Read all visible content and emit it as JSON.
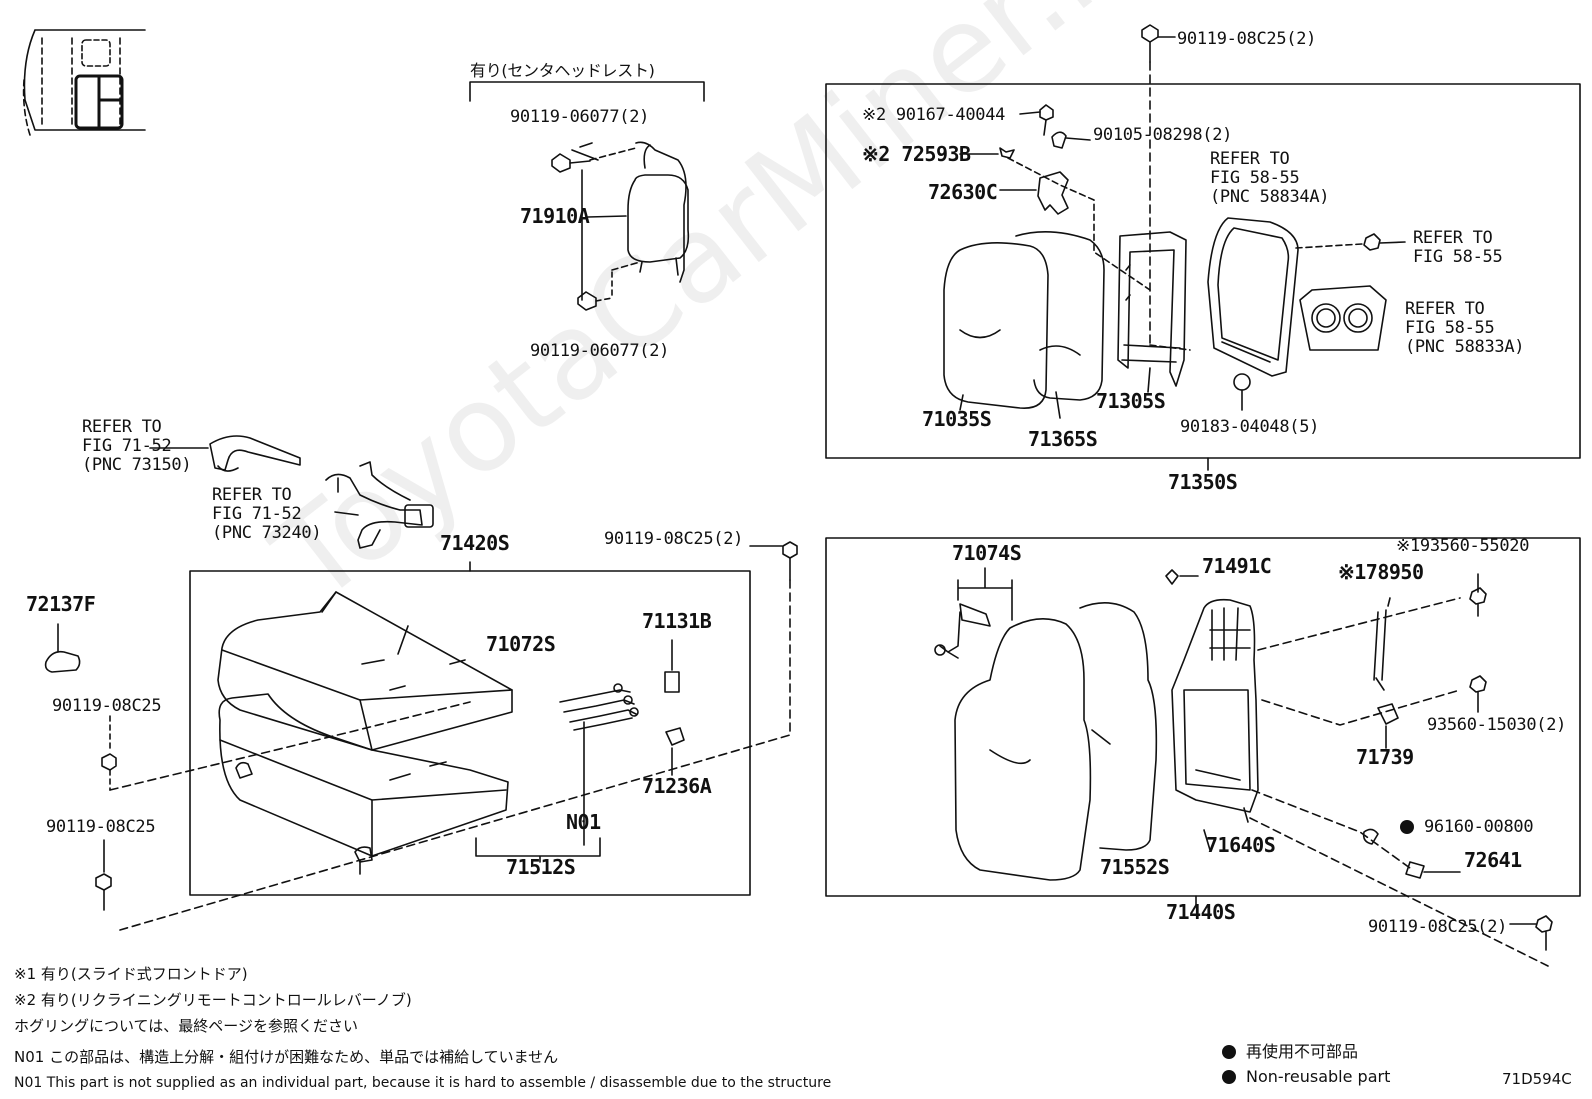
{
  "watermark": "ToyotaCarMiner.ru",
  "headrest_group": {
    "caption": "有り(センタヘッドレスト)",
    "bolt_top": "90119-06077(2)",
    "headrest": "71910A",
    "bolt_bottom": "90119-06077(2)"
  },
  "seatback_group": {
    "top_bolt": "90119-08C25(2)",
    "knob_screw": "※2 90167-40044",
    "bolt_2": "90105-08298(2)",
    "knob": "※2 72593B",
    "bracket": "72630C",
    "refer_upper": [
      "REFER TO",
      "FIG 58-55",
      "(PNC 58834A)"
    ],
    "refer_right": [
      "REFER TO",
      "FIG 58-55"
    ],
    "refer_cup": [
      "REFER TO",
      "FIG 58-55",
      "(PNC 58833A)"
    ],
    "pad": "71035S",
    "cover": "71365S",
    "frame": "71305S",
    "clip": "90183-04048(5)",
    "assembly": "71350S"
  },
  "belt_refs": {
    "belt_1": [
      "REFER TO",
      "FIG 71-52",
      "(PNC 73150)"
    ],
    "belt_2": [
      "REFER TO",
      "FIG 71-52",
      "(PNC 73240)"
    ]
  },
  "rear_cushion_group": {
    "assembly": "71420S",
    "top_bolt": "90119-08C25(2)",
    "cover_part": "72137F",
    "bolt_a": "90119-08C25",
    "bolt_b": "90119-08C25",
    "cushion_cover": "71072S",
    "clip_b": "71131B",
    "clip_a": "71236A",
    "n01": "N01",
    "pad": "71512S"
  },
  "front_back_group": {
    "bracket": "71074S",
    "clip": "71491C",
    "rod_part": "※193560-55020",
    "rod": "※178950",
    "bolt_right": "93560-15030(2)",
    "stopper": "71739",
    "washer": "96160-00800",
    "pin": "72641",
    "cover": "71552S",
    "frame": "71640S",
    "assembly": "71440S",
    "bottom_bolt": "90119-08C25(2)"
  },
  "notes": [
    "※1 有り(スライド式フロントドア)",
    "※2 有り(リクライニングリモートコントロールレバーノブ)",
    "ホグリングについては、最終ページを参照ください",
    "N01 この部品は、構造上分解・組付けが困難なため、単品では補給していません",
    "N01 This part is not supplied as an individual part, because it is hard to assemble / disassemble due to the structure"
  ],
  "legend": {
    "jp": "再使用不可部品",
    "en": "Non-reusable part"
  },
  "diagram_code": "71D594C"
}
